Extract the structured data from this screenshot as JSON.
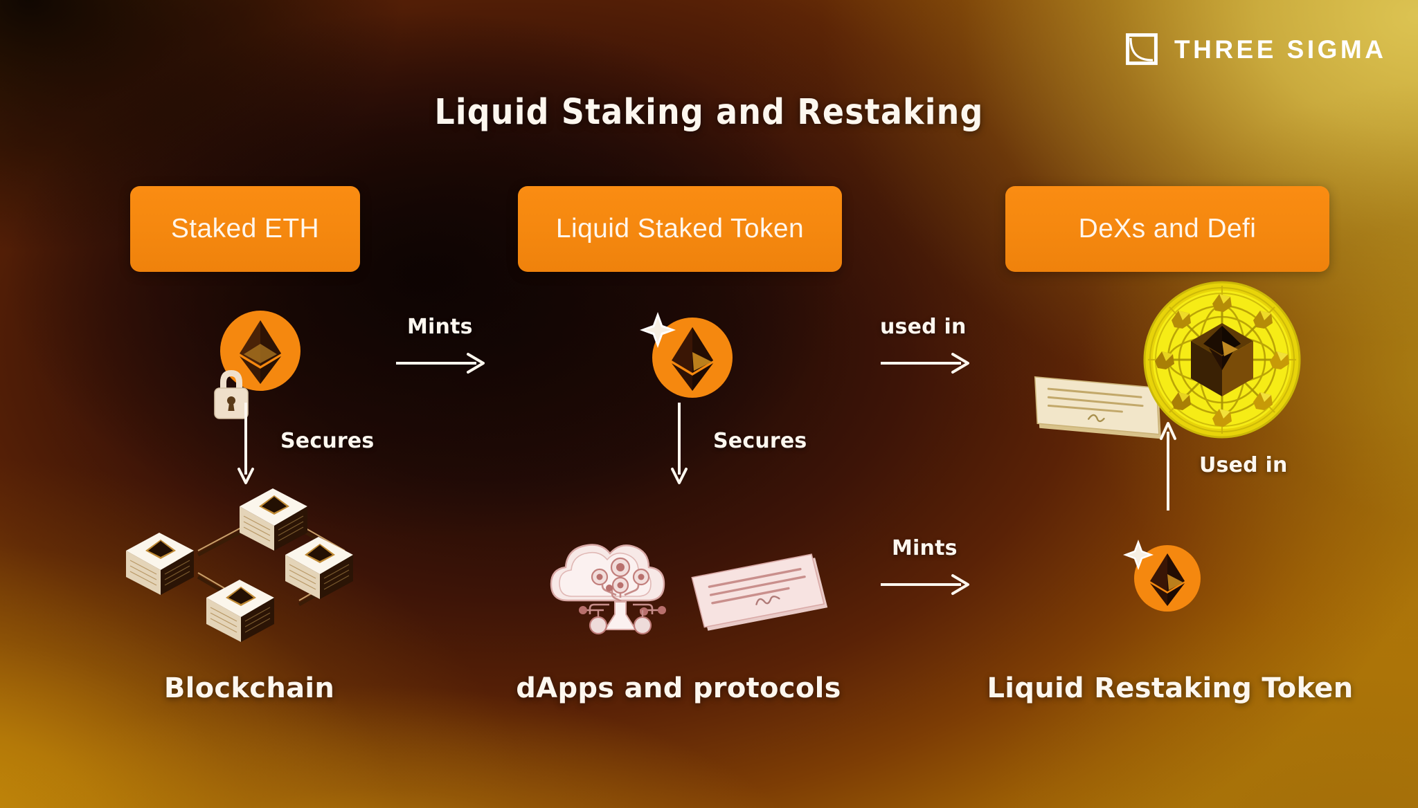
{
  "brand": {
    "logo_text": "THREE SIGMA",
    "logo_icon": "three-sigma-square-curve-mark"
  },
  "title": "Liquid Staking and Restaking",
  "colors": {
    "pill_orange": "#F5880F",
    "text_cream": "#FDF7EF",
    "eth_circle_orange": "#F5880F",
    "defi_coin_yellow": "#F2E20A",
    "bg_dark": "#1A0805",
    "bg_gold_top_right": "#D4BB4A",
    "bg_amber_bottom_left": "#C1860A"
  },
  "stages": [
    {
      "id": "staked-eth",
      "pill_label": "Staked ETH",
      "icon": "eth-coin-locked-icon",
      "caption": "Blockchain",
      "caption_icon": "blockchain-nodes-icon"
    },
    {
      "id": "liquid-staked-token",
      "pill_label": "Liquid Staked Token",
      "icon": "eth-coin-sparkle-icon",
      "caption": "dApps and protocols",
      "caption_icon": "cloud-network-and-document-icon"
    },
    {
      "id": "dexs-and-defi",
      "pill_label": "DeXs and Defi",
      "icon": "defi-coin-network-icon",
      "caption": "Liquid Restaking Token",
      "caption_icon": "eth-coin-sparkle-icon"
    }
  ],
  "edges": [
    {
      "id": "mints-1",
      "label": "Mints",
      "direction": "right",
      "from": "staked-eth",
      "to": "liquid-staked-token"
    },
    {
      "id": "secures-1",
      "label": "Secures",
      "direction": "down",
      "from": "staked-eth",
      "to": "blockchain"
    },
    {
      "id": "used-in-1",
      "label": "used in",
      "direction": "right",
      "from": "liquid-staked-token",
      "to": "dexs-and-defi"
    },
    {
      "id": "secures-2",
      "label": "Secures",
      "direction": "down",
      "from": "liquid-staked-token",
      "to": "dapps-and-protocols"
    },
    {
      "id": "mints-2",
      "label": "Mints",
      "direction": "right",
      "from": "dapps-and-protocols",
      "to": "liquid-restaking-token"
    },
    {
      "id": "used-in-2",
      "label": "Used in",
      "direction": "up",
      "from": "liquid-restaking-token",
      "to": "dexs-and-defi"
    }
  ]
}
